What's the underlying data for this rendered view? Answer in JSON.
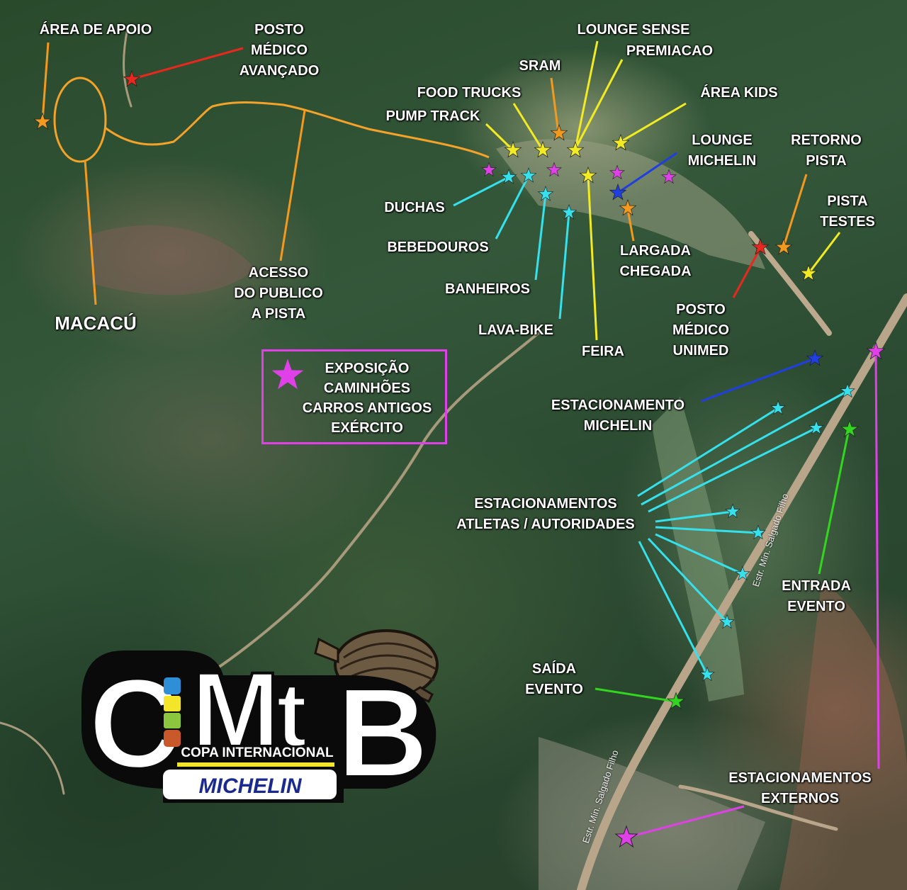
{
  "colors": {
    "orange": "#f39a1e",
    "red": "#e8281e",
    "yellow": "#f2ea22",
    "cyan": "#35e1ec",
    "blue": "#1f3fe0",
    "magenta": "#e040e8",
    "green": "#33d61f",
    "route": "#f3a22a"
  },
  "labels": {
    "area_apoio": "ÁREA DE APOIO",
    "posto_avancado": [
      "POSTO",
      "MÉDICO",
      "AVANÇADO"
    ],
    "lounge_sense": "LOUNGE SENSE",
    "premiacao": "PREMIACAO",
    "sram": "SRAM",
    "food_trucks": "FOOD TRUCKS",
    "pump_track": "PUMP TRACK",
    "area_kids": "ÁREA KIDS",
    "lounge_michelin": [
      "LOUNGE",
      "MICHELIN"
    ],
    "retorno_pista": [
      "RETORNO",
      "PISTA"
    ],
    "pista_testes": [
      "PISTA",
      "TESTES"
    ],
    "duchas": "DUCHAS",
    "bebedouros": "BEBEDOUROS",
    "banheiros": "BANHEIROS",
    "lava_bike": "LAVA-BIKE",
    "feira": "FEIRA",
    "largada": [
      "LARGADA",
      "CHEGADA"
    ],
    "posto_unimed": [
      "POSTO",
      "MÉDICO",
      "UNIMED"
    ],
    "acesso": [
      "ACESSO",
      "DO PUBLICO",
      "A PISTA"
    ],
    "macacu": "MACACÚ",
    "exposicao": [
      "EXPOSIÇÃO",
      "CAMINHÕES",
      "CARROS ANTIGOS",
      "EXÉRCITO"
    ],
    "estac_michelin": [
      "ESTACIONAMENTO",
      "MICHELIN"
    ],
    "estac_atletas": [
      "ESTACIONAMENTOS",
      "ATLETAS / AUTORIDADES"
    ],
    "entrada": [
      "ENTRADA",
      "EVENTO"
    ],
    "saida": [
      "SAÍDA",
      "EVENTO"
    ],
    "estac_externos": [
      "ESTACIONAMENTOS",
      "EXTERNOS"
    ]
  },
  "roads": {
    "road_1": "Estr. Min. Salgado Filho",
    "road_2": "Estr. Min. Salgado Filho"
  },
  "logo": {
    "letters_c": "C",
    "letters_m": "M",
    "letters_t": "t",
    "letters_b": "B",
    "subtitle": "COPA INTERNACIONAL",
    "brand": "MICHELIN",
    "color_stripes": [
      "#2f8fd6",
      "#f2e52a",
      "#8cc63f",
      "#c9582b"
    ]
  }
}
